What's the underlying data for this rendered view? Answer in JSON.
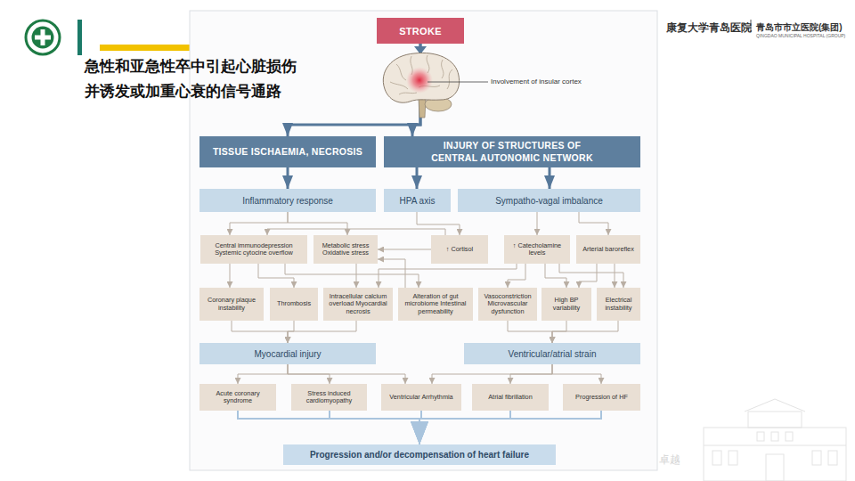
{
  "diagram": {
    "title": "急性和亚急性卒中引起心脏损伤 并诱发或加重心衰的信号通路",
    "nodes": [
      {
        "text": [
          "STROKE"
        ]
      },
      {
        "text": [
          "TISSUE ISCHAEMIA, NECROSIS"
        ]
      },
      {
        "text": [
          "INJURY OF STRUCTURES OF CENTRAL AUTONOMIC NETWORK"
        ]
      },
      {
        "text": [
          "Inflammatory response"
        ]
      },
      {
        "text": [
          "HPA axis"
        ]
      },
      {
        "text": [
          "Sympatho-vagal imbalance"
        ]
      },
      {
        "text": [
          "Central immunodepression Systemic cytocine overflow"
        ]
      },
      {
        "text": [
          "Metabolic stress Oxidative stress"
        ]
      },
      {
        "text": [
          "↑ Cortisol"
        ]
      },
      {
        "text": [
          "↑ Catecholamine levels"
        ]
      },
      {
        "text": [
          "Arterial baroreflex"
        ]
      },
      {
        "text": [
          "Coronary plaque instability"
        ]
      },
      {
        "text": [
          "Thrombosis"
        ]
      },
      {
        "text": [
          "Intracellular calcium overload Myocardial necrosis"
        ]
      },
      {
        "text": [
          "Alteration of gut microbiome Intestinal permeability"
        ]
      },
      {
        "text": [
          "Vasoconstriction Microvascular dysfunction"
        ]
      },
      {
        "text": [
          "High BP variability"
        ]
      },
      {
        "text": [
          "Electrical instability"
        ]
      },
      {
        "text": [
          "Myocardial injury"
        ]
      },
      {
        "text": [
          "Ventricular/atrial strain"
        ]
      },
      {
        "text": [
          "Acute coronary syndrome"
        ]
      },
      {
        "text": [
          "Stress induced cardiomyopathy"
        ]
      },
      {
        "text": [
          "Ventricular Arrhythmia"
        ]
      },
      {
        "text": [
          "Atrial fibrillation"
        ]
      },
      {
        "text": [
          "Progression of HF"
        ]
      },
      {
        "text": [
          "Progression and/or decompensation of heart failure"
        ]
      }
    ],
    "edges": [
      {
        "from": 0,
        "to": 1,
        "arrow": "to"
      },
      {
        "from": 0,
        "to": 2,
        "arrow": "to"
      },
      {
        "from": 1,
        "to": 3,
        "arrow": "to"
      },
      {
        "from": 2,
        "to": 4,
        "arrow": "to"
      },
      {
        "from": 2,
        "to": 5,
        "arrow": "to"
      },
      {
        "from": 3,
        "to": 6,
        "arrow": "to"
      },
      {
        "from": 3,
        "to": 7,
        "arrow": "to"
      },
      {
        "from": 4,
        "to": 8,
        "arrow": "to"
      },
      {
        "from": 8,
        "to": 6,
        "arrow": "to"
      },
      {
        "from": 8,
        "to": 7,
        "arrow": "to"
      },
      {
        "from": 5,
        "to": 9,
        "arrow": "to"
      },
      {
        "from": 5,
        "to": 10,
        "arrow": "to"
      },
      {
        "from": 6,
        "to": 11,
        "arrow": "to"
      },
      {
        "from": 6,
        "to": 12,
        "arrow": "to"
      },
      {
        "from": 6,
        "to": 14,
        "arrow": "to"
      },
      {
        "from": 7,
        "to": 13,
        "arrow": "to"
      },
      {
        "from": 14,
        "to": 7,
        "arrow": "to"
      },
      {
        "from": 9,
        "to": 13,
        "arrow": "to"
      },
      {
        "from": 9,
        "to": 15,
        "arrow": "to"
      },
      {
        "from": 9,
        "to": 16,
        "arrow": "to"
      },
      {
        "from": 9,
        "to": 17,
        "arrow": "to"
      },
      {
        "from": 10,
        "to": 16,
        "arrow": "to"
      },
      {
        "from": 10,
        "to": 17,
        "arrow": "to"
      },
      {
        "from": 11,
        "to": 18,
        "arrow": "to"
      },
      {
        "from": 12,
        "to": 18,
        "arrow": "to"
      },
      {
        "from": 13,
        "to": 18,
        "arrow": "to"
      },
      {
        "from": 15,
        "to": 19,
        "arrow": "to"
      },
      {
        "from": 16,
        "to": 19,
        "arrow": "to"
      },
      {
        "from": 17,
        "to": 19,
        "arrow": "to"
      },
      {
        "from": 18,
        "to": 20,
        "arrow": "to"
      },
      {
        "from": 18,
        "to": 21,
        "arrow": "to"
      },
      {
        "from": 18,
        "to": 22,
        "arrow": "to"
      },
      {
        "from": 19,
        "to": 22,
        "arrow": "to"
      },
      {
        "from": 19,
        "to": 23,
        "arrow": "to"
      },
      {
        "from": 19,
        "to": 24,
        "arrow": "to"
      },
      {
        "from": 20,
        "to": 25,
        "arrow": "to"
      },
      {
        "from": 21,
        "to": 25,
        "arrow": "to"
      },
      {
        "from": 22,
        "to": 25,
        "arrow": "to"
      },
      {
        "from": 23,
        "to": 25,
        "arrow": "to"
      },
      {
        "from": 24,
        "to": 25,
        "arrow": "to"
      }
    ],
    "labels": [
      "Involvement of insular cortex",
      "康复大学青岛医院",
      "青岛市市立医院(集团)",
      "QINGDAO MUNICIPAL HOSPITAL (GROUP)",
      "卓越"
    ]
  }
}
